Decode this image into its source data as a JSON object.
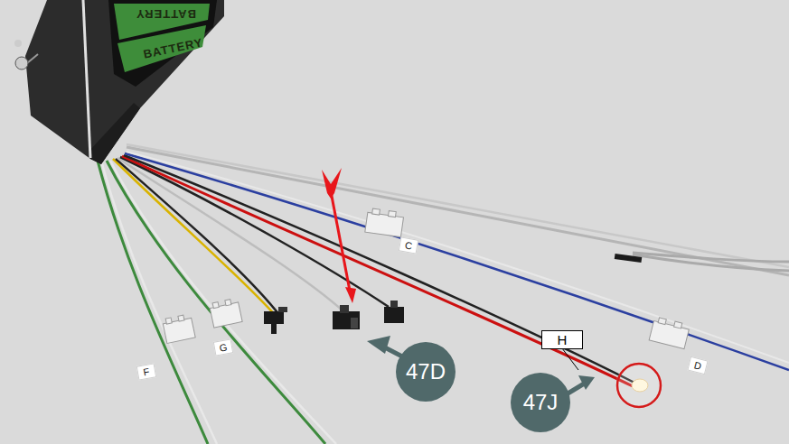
{
  "diagram": {
    "nodes": [
      {
        "text": [
          "C"
        ]
      },
      {
        "text": [
          "G"
        ]
      },
      {
        "text": [
          "F"
        ]
      },
      {
        "text": [
          "47D"
        ]
      },
      {
        "text": [
          "H"
        ]
      },
      {
        "text": [
          "D"
        ]
      },
      {
        "text": [
          "47J"
        ]
      }
    ],
    "labels": [
      "BATTERY",
      "BATTERY"
    ]
  }
}
